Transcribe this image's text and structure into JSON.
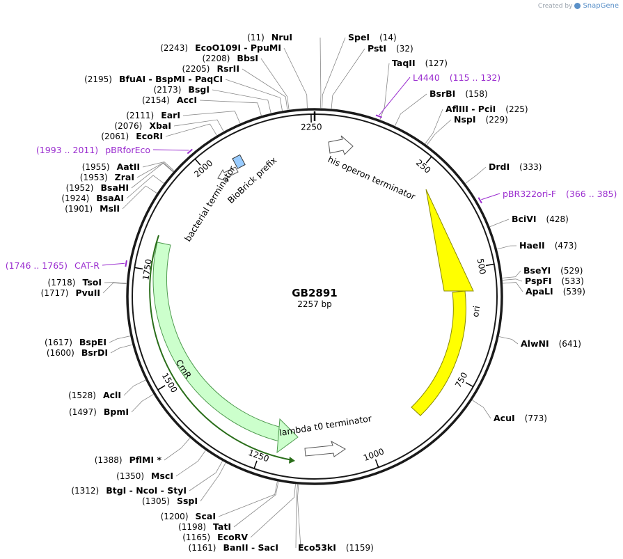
{
  "credit": {
    "prefix": "Created by",
    "brand": "SnapGene"
  },
  "plasmid": {
    "name": "GB2891",
    "length_label": "2257 bp",
    "length": 2257
  },
  "ticks": [
    {
      "pos": 250,
      "label": "250"
    },
    {
      "pos": 500,
      "label": "500"
    },
    {
      "pos": 750,
      "label": "750"
    },
    {
      "pos": 1000,
      "label": "1000"
    },
    {
      "pos": 1250,
      "label": "1250"
    },
    {
      "pos": 1500,
      "label": "1500"
    },
    {
      "pos": 1750,
      "label": "1750"
    },
    {
      "pos": 2000,
      "label": "2000"
    },
    {
      "pos": 2250,
      "label": "2250"
    }
  ],
  "enzymes": [
    {
      "pos": "(11)",
      "name": "NruI",
      "site": 11
    },
    {
      "pos": "(14)",
      "name": "SpeI",
      "site": 14
    },
    {
      "pos": "(32)",
      "name": "PstI",
      "site": 32
    },
    {
      "pos": "(127)",
      "name": "TaqII",
      "site": 127
    },
    {
      "pos": "(158)",
      "name": "BsrBI",
      "site": 158
    },
    {
      "pos": "(225)",
      "name": "AflIII  -  PciI",
      "site": 225
    },
    {
      "pos": "(229)",
      "name": "NspI",
      "site": 229
    },
    {
      "pos": "(333)",
      "name": "DrdI",
      "site": 333
    },
    {
      "pos": "(428)",
      "name": "BciVI",
      "site": 428
    },
    {
      "pos": "(473)",
      "name": "HaeII",
      "site": 473
    },
    {
      "pos": "(529)",
      "name": "BseYI",
      "site": 529
    },
    {
      "pos": "(533)",
      "name": "PspFI",
      "site": 533
    },
    {
      "pos": "(539)",
      "name": "ApaLI",
      "site": 539
    },
    {
      "pos": "(641)",
      "name": "AlwNI",
      "site": 641
    },
    {
      "pos": "(773)",
      "name": "AcuI",
      "site": 773
    },
    {
      "pos": "(1159)",
      "name": "Eco53kI",
      "site": 1159
    },
    {
      "pos": "(1161)",
      "name": "BanII  -  SacI",
      "site": 1161
    },
    {
      "pos": "(1165)",
      "name": "EcoRV",
      "site": 1165
    },
    {
      "pos": "(1198)",
      "name": "TatI",
      "site": 1198
    },
    {
      "pos": "(1200)",
      "name": "ScaI",
      "site": 1200
    },
    {
      "pos": "(1305)",
      "name": "SspI",
      "site": 1305
    },
    {
      "pos": "(1312)",
      "name": "BtgI  -  NcoI  -  StyI",
      "site": 1312
    },
    {
      "pos": "(1350)",
      "name": "MscI",
      "site": 1350
    },
    {
      "pos": "(1388)",
      "name": "PflMI *",
      "site": 1388
    },
    {
      "pos": "(1497)",
      "name": "BpmI",
      "site": 1497
    },
    {
      "pos": "(1528)",
      "name": "AclI",
      "site": 1528
    },
    {
      "pos": "(1600)",
      "name": "BsrDI",
      "site": 1600
    },
    {
      "pos": "(1617)",
      "name": "BspEI",
      "site": 1617
    },
    {
      "pos": "(1717)",
      "name": "PvuII",
      "site": 1717
    },
    {
      "pos": "(1718)",
      "name": "TsoI",
      "site": 1718
    },
    {
      "pos": "(1901)",
      "name": "MslI",
      "site": 1901
    },
    {
      "pos": "(1924)",
      "name": "BsaAI",
      "site": 1924
    },
    {
      "pos": "(1952)",
      "name": "BsaHI",
      "site": 1952
    },
    {
      "pos": "(1953)",
      "name": "ZraI",
      "site": 1953
    },
    {
      "pos": "(1955)",
      "name": "AatII",
      "site": 1955
    },
    {
      "pos": "(2061)",
      "name": "EcoRI",
      "site": 2061
    },
    {
      "pos": "(2076)",
      "name": "XbaI",
      "site": 2076
    },
    {
      "pos": "(2111)",
      "name": "EarI",
      "site": 2111
    },
    {
      "pos": "(2154)",
      "name": "AccI",
      "site": 2154
    },
    {
      "pos": "(2173)",
      "name": "BsgI",
      "site": 2173
    },
    {
      "pos": "(2195)",
      "name": "BfuAI  -  BspMI  -  PaqCI",
      "site": 2195
    },
    {
      "pos": "(2205)",
      "name": "RsrII",
      "site": 2205
    },
    {
      "pos": "(2208)",
      "name": "BbsI",
      "site": 2208
    },
    {
      "pos": "(2243)",
      "name": "EcoO109I  -  PpuMI",
      "site": 2243
    }
  ],
  "primers": [
    {
      "name": "L4440",
      "range": "(115 .. 132)",
      "site": 123
    },
    {
      "name": "pBR322ori-F",
      "range": "(366 .. 385)",
      "site": 375
    },
    {
      "name": "CAT-R",
      "range": "(1746 .. 1765)",
      "site": 1755
    },
    {
      "name": "pBRforEco",
      "range": "(1993 .. 2011)",
      "site": 2002
    }
  ],
  "features": [
    {
      "name": "ori",
      "color": "#ffff00"
    },
    {
      "name": "CmR",
      "color": "#ccffcc"
    },
    {
      "name": "his operon terminator"
    },
    {
      "name": "lambda t0 terminator"
    },
    {
      "name": "bacterial terminator"
    },
    {
      "name": "BioBrick prefix",
      "color": "#99ccff"
    }
  ],
  "colors": {
    "primer": "#9a2ccf",
    "backbone": "#1a1a1a",
    "cds_line": "#2a6e1a"
  }
}
